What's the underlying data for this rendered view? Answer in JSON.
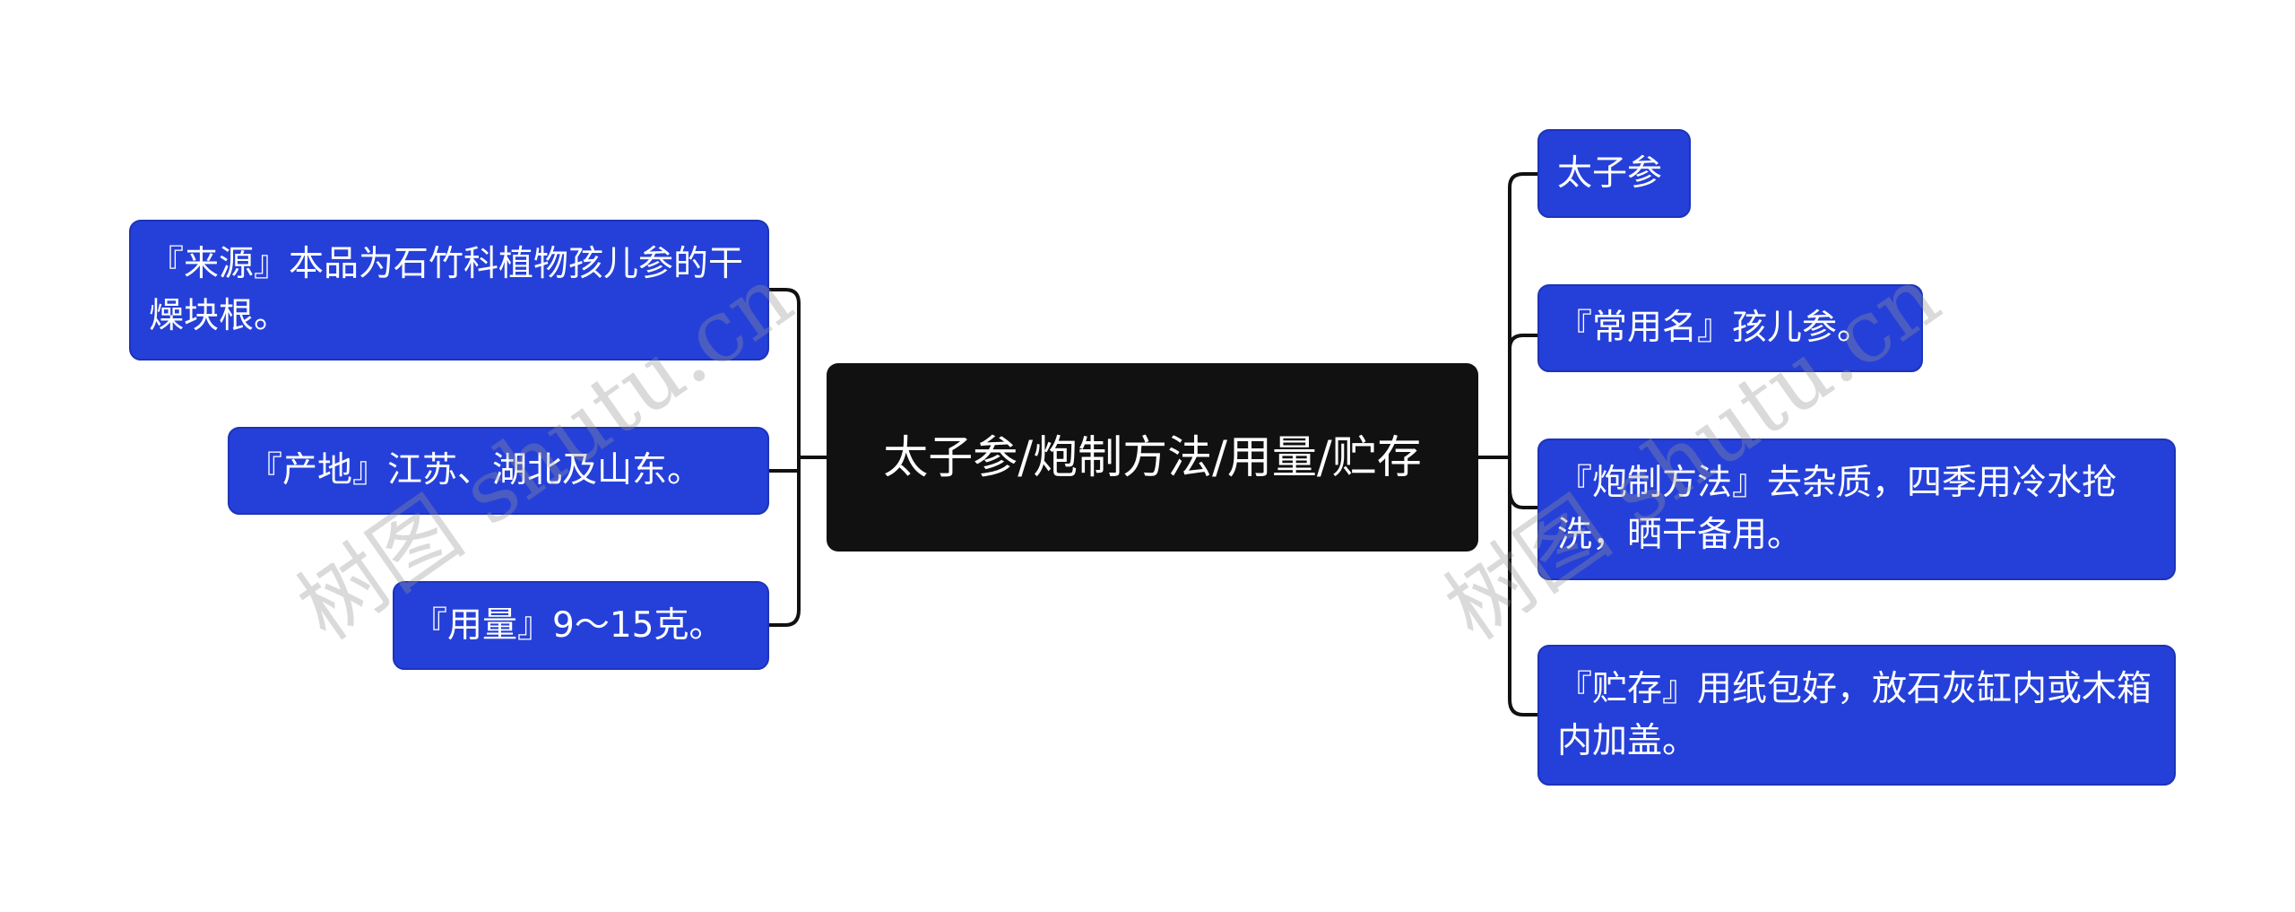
{
  "root": {
    "label": "太子参/炮制方法/用量/贮存"
  },
  "left_nodes": [
    {
      "label": "『来源』本品为石竹科植物孩儿参的干燥块根。"
    },
    {
      "label": "『产地』江苏、湖北及山东。"
    },
    {
      "label": "『用量』9～15克。"
    }
  ],
  "right_nodes": [
    {
      "label": "太子参"
    },
    {
      "label": "『常用名』孩儿参。"
    },
    {
      "label": "『炮制方法』去杂质，四季用冷水抢洗，晒干备用。"
    },
    {
      "label": "『贮存』用纸包好，放石灰缸内或木箱内加盖。"
    }
  ],
  "watermark": "树图 shutu.cn",
  "colors": {
    "node": "#2540d9",
    "root": "#111111",
    "line": "#111111"
  }
}
